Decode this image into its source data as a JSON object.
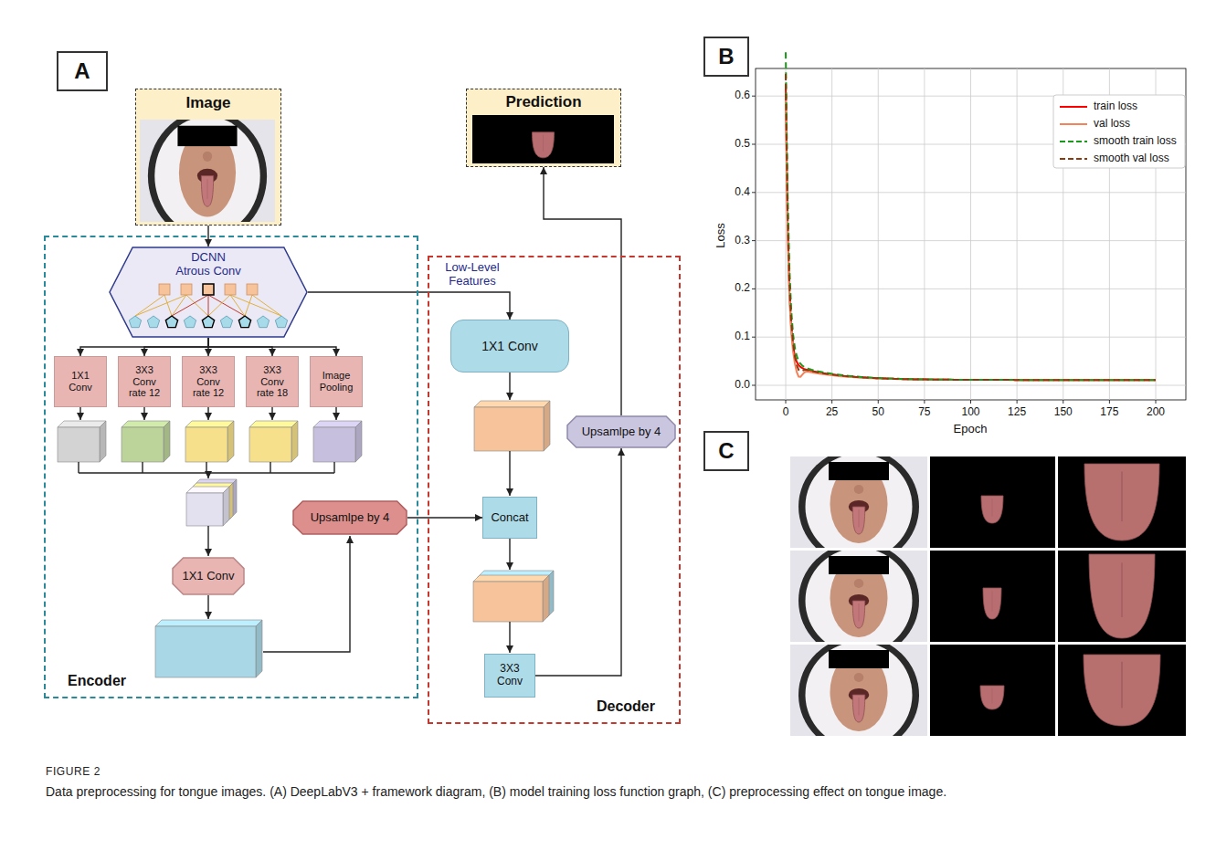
{
  "diagram": {
    "title": "FIGURE 2",
    "caption": "Data preprocessing for tongue images. (A) DeepLabV3 + framework diagram, (B) model training loss function graph, (C) preprocessing effect on tongue image.",
    "nodes": [
      {
        "text": [
          "A"
        ]
      },
      {
        "text": [
          "Image"
        ]
      },
      {
        "text": [
          "Prediction"
        ]
      },
      {
        "text": [
          "Encoder"
        ]
      },
      {
        "text": [
          "DCNN",
          "Atrous Conv"
        ],
        "in": 3
      },
      {
        "text": [
          "1X1 Conv"
        ],
        "in": 3
      },
      {
        "text": [
          "3X3 Conv rate 12"
        ],
        "in": 3
      },
      {
        "text": [
          "3X3 Conv rate 12"
        ],
        "in": 3
      },
      {
        "text": [
          "3X3 Conv rate 18"
        ],
        "in": 3
      },
      {
        "text": [
          "Image Pooling"
        ],
        "in": 3
      },
      {
        "text": [
          "1X1 Conv"
        ],
        "in": 3
      },
      {
        "text": [
          "Upsamlpe by 4"
        ],
        "in": 3
      },
      {
        "text": [
          "Decoder"
        ]
      },
      {
        "text": [
          "1X1 Conv"
        ],
        "in": 12
      },
      {
        "text": [
          "Concat"
        ],
        "in": 12
      },
      {
        "text": [
          "3X3 Conv"
        ],
        "in": 12
      },
      {
        "text": [
          "Upsamlpe by 4"
        ],
        "in": 12
      },
      {
        "text": [
          "B"
        ]
      },
      {
        "text": [
          "C"
        ]
      }
    ],
    "edges": [
      {
        "from": 1,
        "to": 4,
        "arrow": "to"
      },
      {
        "from": 4,
        "to": 5,
        "arrow": "to"
      },
      {
        "from": 4,
        "to": 6,
        "arrow": "to"
      },
      {
        "from": 4,
        "to": 7,
        "arrow": "to"
      },
      {
        "from": 4,
        "to": 8,
        "arrow": "to"
      },
      {
        "from": 4,
        "to": 9,
        "arrow": "to"
      },
      {
        "from": 4,
        "to": 13,
        "label": "Low-Level Features",
        "arrow": "to"
      },
      {
        "from": 11,
        "to": 14,
        "arrow": "to"
      },
      {
        "from": 15,
        "to": 16,
        "arrow": "to"
      },
      {
        "from": 16,
        "to": 2,
        "arrow": "to"
      }
    ],
    "labels": [
      "0.6",
      "0.5",
      "0.4",
      "0.3",
      "0.2",
      "0.1",
      "0.0",
      "Loss",
      "0",
      "25",
      "50",
      "75",
      "100",
      "125",
      "150",
      "175",
      "200",
      "Epoch"
    ],
    "legend": [
      {
        "text": "train loss"
      },
      {
        "text": "val loss"
      },
      {
        "text": "smooth train loss"
      },
      {
        "text": "smooth val loss"
      }
    ]
  }
}
